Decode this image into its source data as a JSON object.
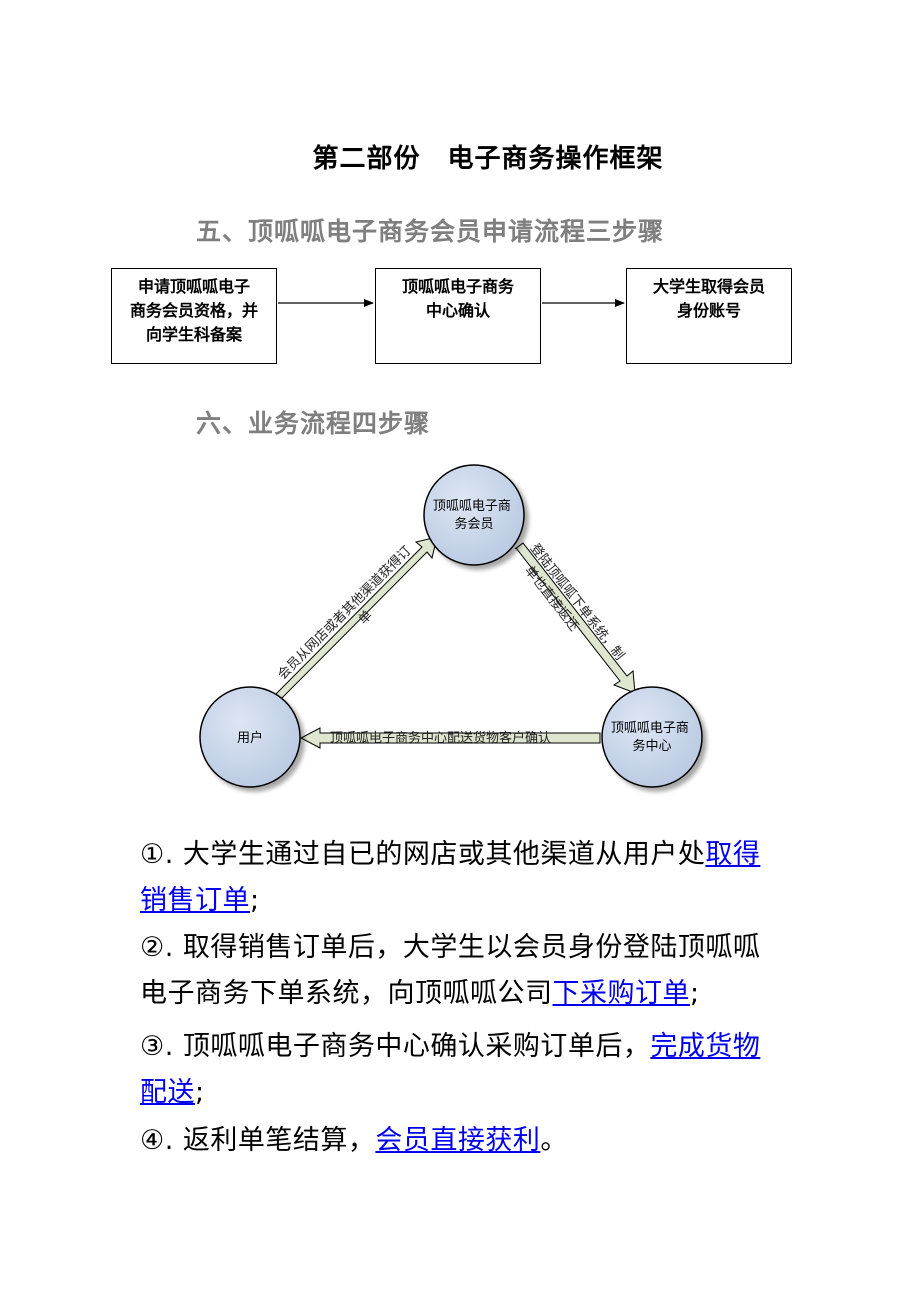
{
  "page_title": "第二部份　电子商务操作框架",
  "section5": {
    "heading": "五、顶呱呱电子商务会员申请流程三步骤",
    "boxes": [
      {
        "lines": [
          "申请顶呱呱电子",
          "商务会员资格，并",
          "向学生科备案"
        ]
      },
      {
        "lines": [
          "顶呱呱电子商务",
          "中心确认"
        ]
      },
      {
        "lines": [
          "大学生取得会员",
          "身份账号"
        ]
      }
    ]
  },
  "section6": {
    "heading": "六、业务流程四步骤",
    "nodes": {
      "member": [
        "顶呱呱电子商",
        "务会员"
      ],
      "user": "用户",
      "center": [
        "顶呱呱电子商",
        "务中心"
      ]
    },
    "arrows": {
      "user_to_member": [
        "会员从网店或者其他渠道获得订",
        "单"
      ],
      "member_to_center": [
        "登陆顶呱呱下单系统，制",
        "单也直接返还"
      ],
      "center_to_user": "顶呱呱电子商务中心配送货物客户确认"
    },
    "colors": {
      "node_fill": "#b9c9e2",
      "node_stroke": "#000000",
      "arrow_fill": "#dfe6cf"
    }
  },
  "steps": [
    {
      "line1_text": "①. 大学生通过自已的网店或其他渠道从用户处",
      "line1_link": "取得",
      "line2_link": "销售订单",
      "line2_text": ";"
    },
    {
      "line1_text": "②. 取得销售订单后，大学生以会员身份登陆顶呱呱",
      "line2_text": "电子商务下单系统，向顶呱呱公司",
      "line2_link": "下采购订单",
      "line2_end": ";"
    },
    {
      "line1_text": "③. 顶呱呱电子商务中心确认采购订单后，",
      "line1_link": "完成货物",
      "line2_link": "配送",
      "line2_text": ";"
    },
    {
      "line1_text": "④. 返利单笔结算，",
      "line1_link": "会员直接获利",
      "line1_end": "。"
    }
  ]
}
